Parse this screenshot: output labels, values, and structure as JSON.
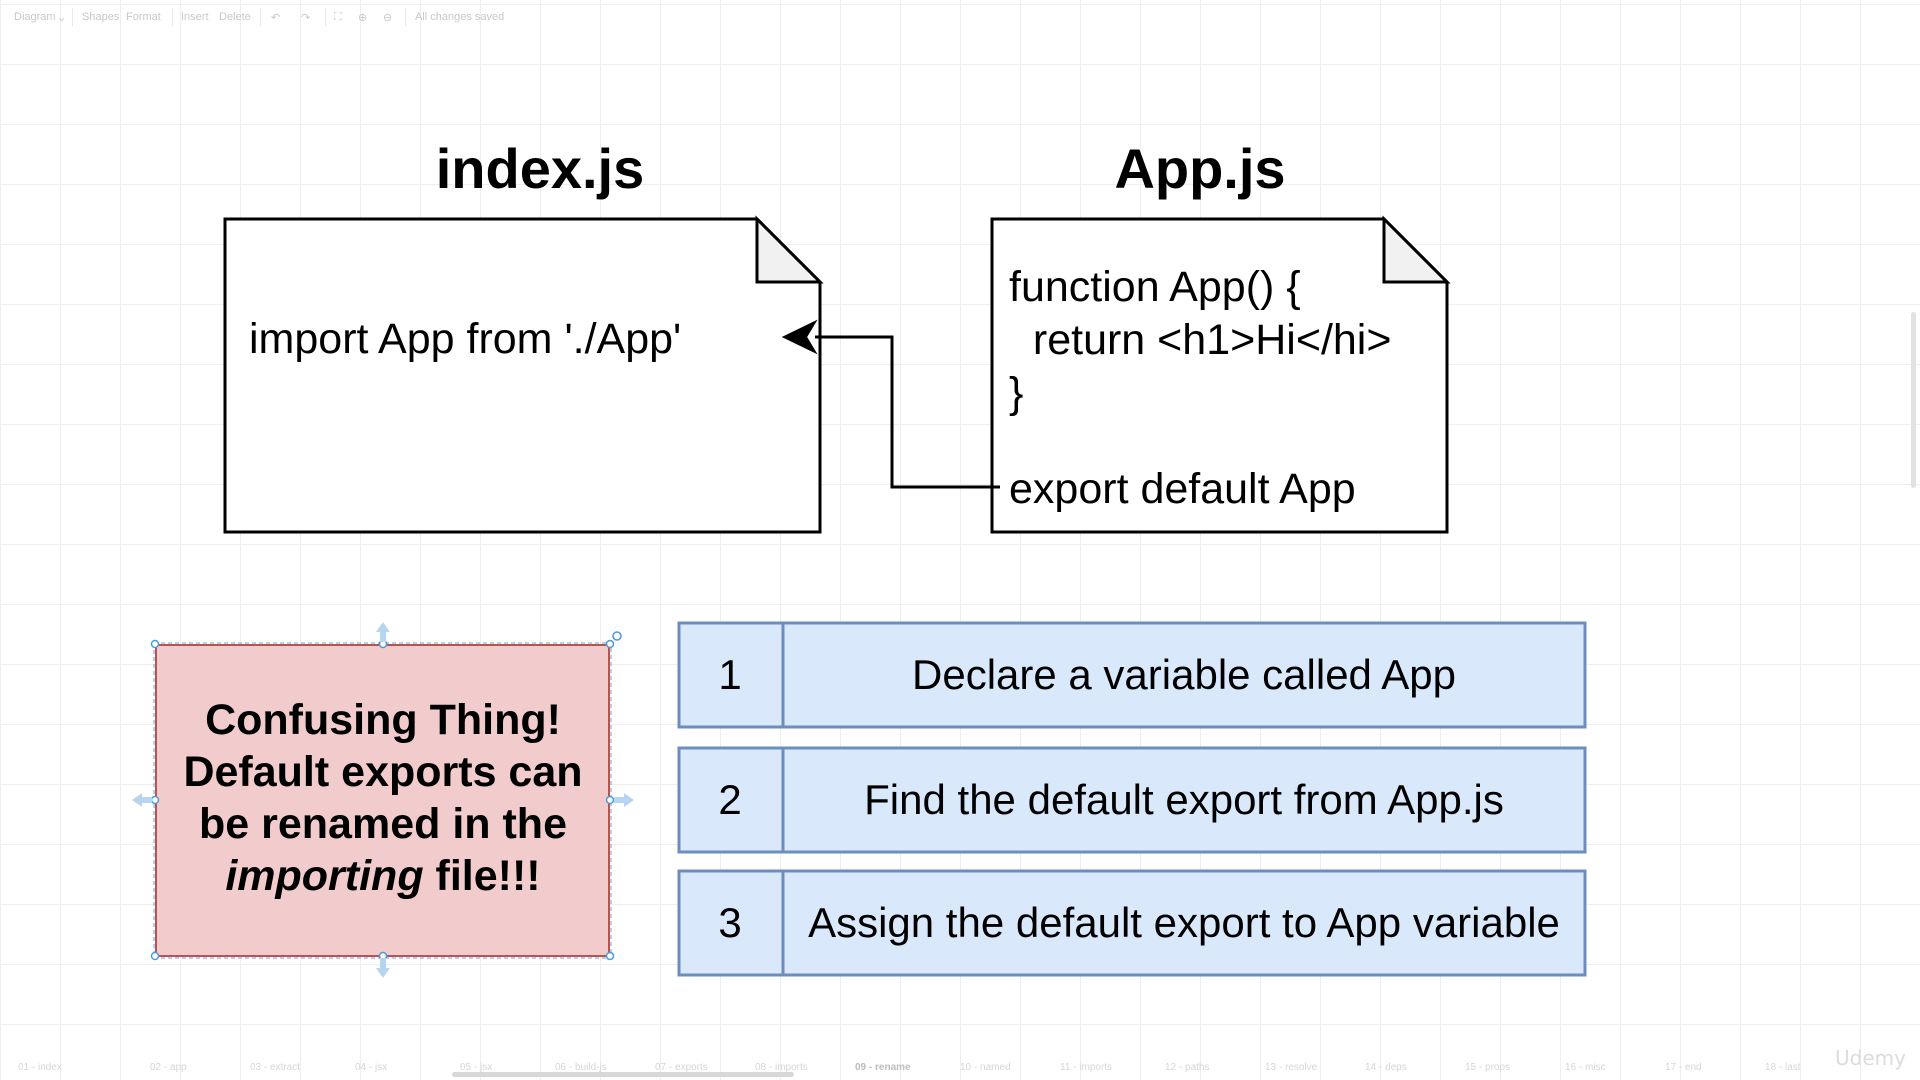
{
  "toolbar": {
    "diagram_menu": "Diagram",
    "shapes": "Shapes",
    "format": "Format",
    "insert": "Insert",
    "delete": "Delete",
    "status": "All changes saved"
  },
  "diagram": {
    "index_file": {
      "title": "index.js",
      "code_line": "import App from './App'"
    },
    "app_file": {
      "title": "App.js",
      "code_lines": [
        "function App() {",
        "  return <h1>Hi</hi>",
        "}"
      ],
      "export_line": "export default App"
    },
    "note": {
      "line1": "Confusing Thing!",
      "line2": "Default exports can",
      "line3": "be renamed in the",
      "emphasis": "importing",
      "line4_rest": " file!!!"
    },
    "steps": [
      {
        "number": "1",
        "text": "Declare a variable called App"
      },
      {
        "number": "2",
        "text": "Find the default export from App.js"
      },
      {
        "number": "3",
        "text": "Assign the default export to App variable"
      }
    ]
  },
  "page_tabs": [
    "01 - index",
    "02 - app",
    "03 - extract",
    "04 - jsx",
    "05 - jsx",
    "06 - build-js",
    "07 - exports",
    "08 - imports",
    "09 - rename",
    "10 - named",
    "11 - imports",
    "12 - paths",
    "13 - resolve",
    "14 - deps",
    "15 - props",
    "16 - misc",
    "17 - end",
    "18 - last"
  ],
  "watermark": "Udemy",
  "colors": {
    "note_fill": "#f2cccc",
    "note_border": "#b85450",
    "step_fill": "#dae8fc",
    "step_border": "#6c8ebf",
    "selection_handle": "#4a9ae0"
  }
}
